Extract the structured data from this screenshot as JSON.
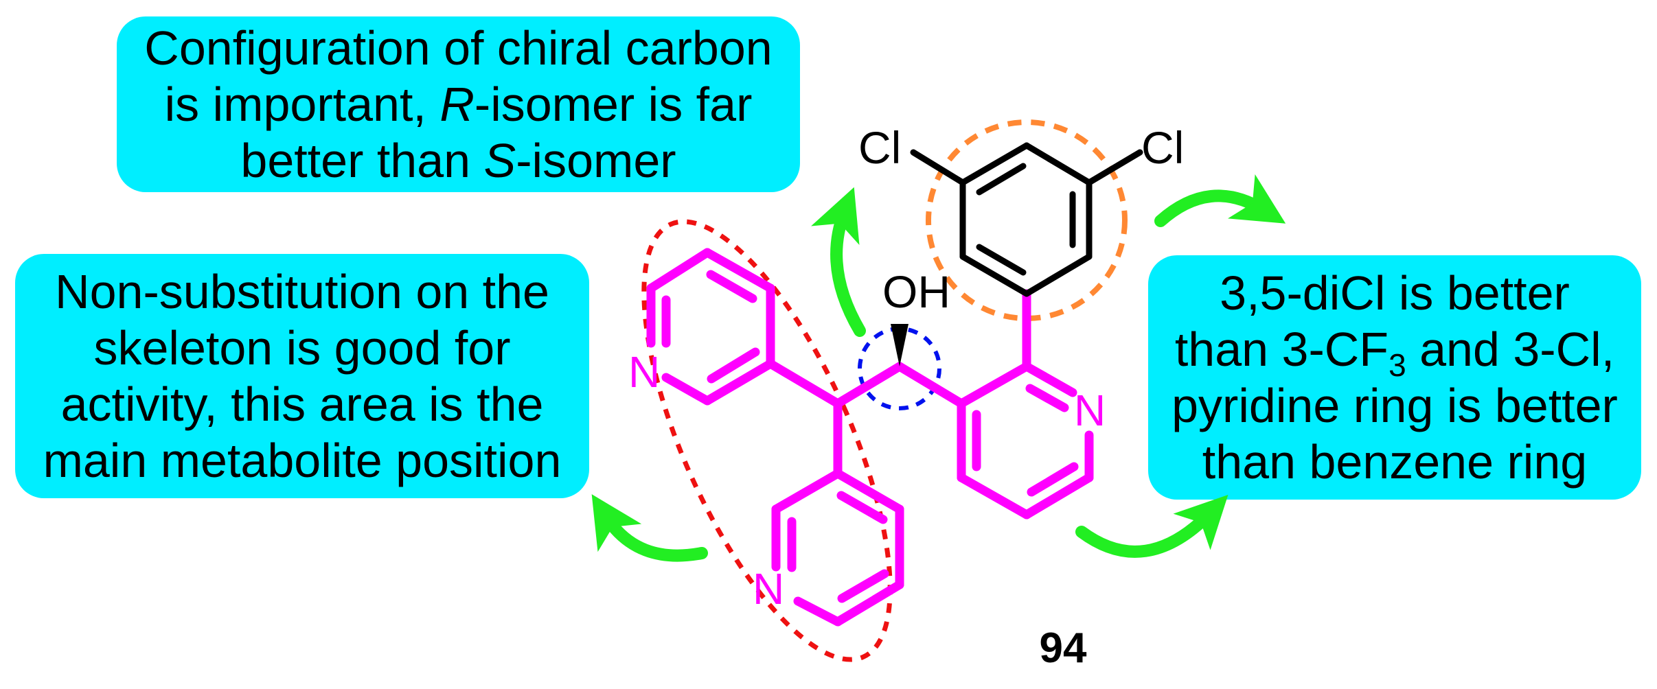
{
  "annotations": {
    "chiral": {
      "line1": "Configuration of chiral carbon",
      "line2_pre": "is important, ",
      "line2_italic": "R",
      "line2_post": "-isomer is far",
      "line3_pre": "better than ",
      "line3_italic": "S",
      "line3_post": "-isomer"
    },
    "skeleton": {
      "line1": "Non-substitution on the",
      "line2": "skeleton is good for",
      "line3": "activity, this area is the",
      "line4": "main metabolite position"
    },
    "dicl": {
      "line1": "3,5-diCl is better",
      "line2_pre": "than 3-CF",
      "line2_sub": "3",
      "line2_post": " and 3-Cl,",
      "line3": "pyridine ring is better",
      "line4": "than benzene ring"
    }
  },
  "molecule": {
    "compound_label": "94",
    "atoms": {
      "cl_left": "Cl",
      "cl_right": "Cl",
      "hydroxyl": "OH",
      "n_top_pyridine": "N",
      "n_bottom_pyridine": "N",
      "n_right_pyridine": "N"
    }
  },
  "colors": {
    "box_fill": "#00eeff",
    "skeleton_bonds": "#ff00ff",
    "aryl_bonds": "#000000",
    "arrows": "#22ee22",
    "red_ellipse": "#ee1111",
    "orange_circle": "#ff8833",
    "blue_circle": "#0011ee"
  }
}
